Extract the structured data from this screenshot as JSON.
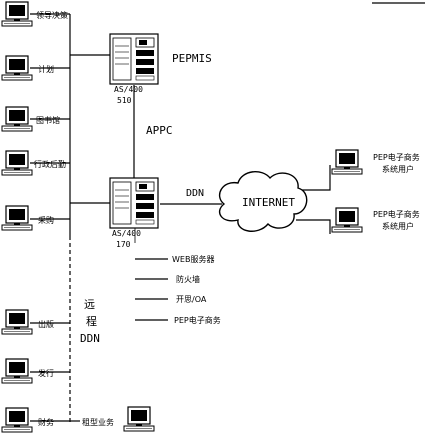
{
  "left_terminals": [
    {
      "label": "领导决策"
    },
    {
      "label": "计划"
    },
    {
      "label": "图书馆"
    },
    {
      "label": "行政后勤"
    },
    {
      "label": "采购"
    },
    {
      "label": "出版"
    },
    {
      "label": "发行"
    },
    {
      "label": "财务"
    }
  ],
  "server_top": {
    "model": "AS/400",
    "number": "510",
    "name": "PEPMIS"
  },
  "server_bottom": {
    "model": "AS/400",
    "number": "170"
  },
  "link_appc": "APPC",
  "link_ddn": "DDN",
  "internet": "INTERNET",
  "remote": {
    "line1": "远",
    "line2": "程",
    "line3": "DDN"
  },
  "right_terminals": [
    {
      "line1": "PEP电子商务",
      "line2": "系统用户"
    },
    {
      "line1": "PEP电子商务",
      "line2": "系统用户"
    }
  ],
  "services": [
    {
      "label": "WEB服务器"
    },
    {
      "label": "防火墙"
    },
    {
      "label": "开思/OA"
    },
    {
      "label": "PEP电子商务"
    }
  ],
  "lease_label": "租型业务"
}
